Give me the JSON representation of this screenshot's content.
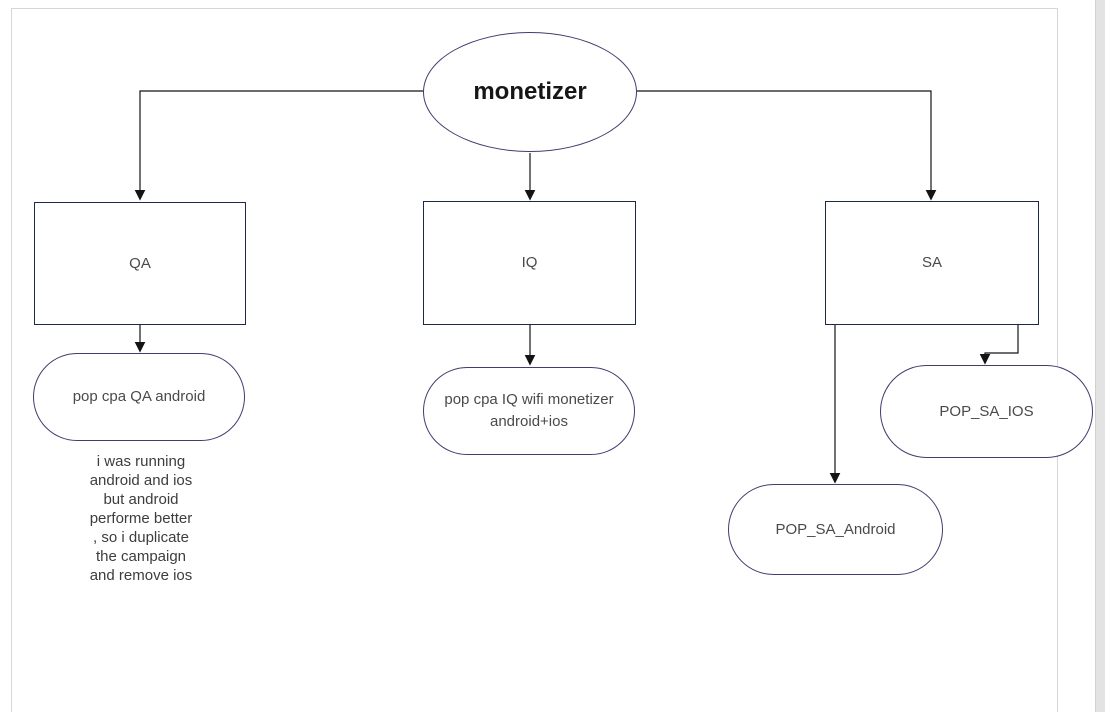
{
  "page": {
    "background_color": "#ffffff",
    "canvas_border_color": "#d6d6d6",
    "scrollbar_color": "#e3e3e3"
  },
  "diagram": {
    "colors": {
      "rect_border": "#1e2947",
      "rounded_border": "#3e3e70",
      "connector": "#141414",
      "node_text": "#4a4a4a",
      "root_text": "#161616"
    },
    "root": {
      "label": "monetizer"
    },
    "level1": [
      {
        "label": "QA"
      },
      {
        "label": "IQ"
      },
      {
        "label": "SA"
      }
    ],
    "leaves": [
      {
        "label": "pop cpa QA android"
      },
      {
        "label": "pop cpa IQ wifi monetizer\nandroid+ios"
      },
      {
        "label": "POP_SA_Android"
      },
      {
        "label": "POP_SA_IOS"
      }
    ],
    "annotation": "i was running\nandroid and ios\nbut android\nperforme better\n, so i duplicate\nthe campaign\nand remove ios"
  }
}
